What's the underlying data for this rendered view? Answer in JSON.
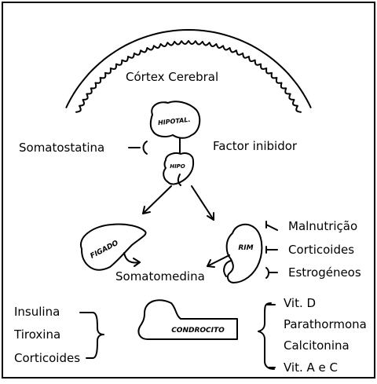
{
  "cortex": "Córtex Cerebral",
  "hypothalamus": "HIPOTAL.",
  "pituitary": "HIPO",
  "liver": "FIGADO",
  "kidney": "RIM",
  "cell": "CONDROCITO",
  "somatostatin": "Somatostatina",
  "inhibitor": "Factor inibidor",
  "somatomedin": "Somatomedina",
  "kidney_factors": [
    "Malnutrição",
    "Corticoides",
    "Estrogéneos"
  ],
  "left_factors": [
    "Insulina",
    "Tiroxina",
    "Corticoides"
  ],
  "right_factors": [
    "Vit. D",
    "Parathormona",
    "Calcitonina",
    "Vit. A e C"
  ]
}
